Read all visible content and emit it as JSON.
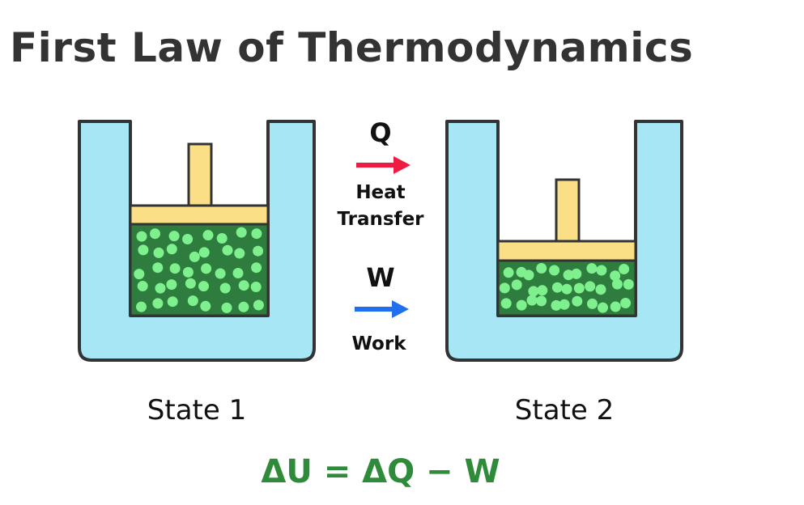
{
  "title": "First Law of Thermodynamics",
  "heat": {
    "symbol": "Q",
    "label_line1": "Heat",
    "label_line2": "Transfer"
  },
  "work": {
    "symbol": "W",
    "label": "Work"
  },
  "states": [
    {
      "label": "State 1"
    },
    {
      "label": "State 2"
    }
  ],
  "equation": "ΔU = ΔQ − W",
  "colors": {
    "title": "#333333",
    "cylinder": "#a6e6f5",
    "outline": "#333333",
    "piston": "#fadf86",
    "gas": "#2e7d3e",
    "particle": "#7ff08e",
    "heat_arrow": "#ee1c40",
    "work_arrow": "#1f6fee",
    "equation": "#2e8b3a"
  },
  "icons": {
    "heat_arrow": "arrow-right-icon",
    "work_arrow": "arrow-right-icon"
  }
}
